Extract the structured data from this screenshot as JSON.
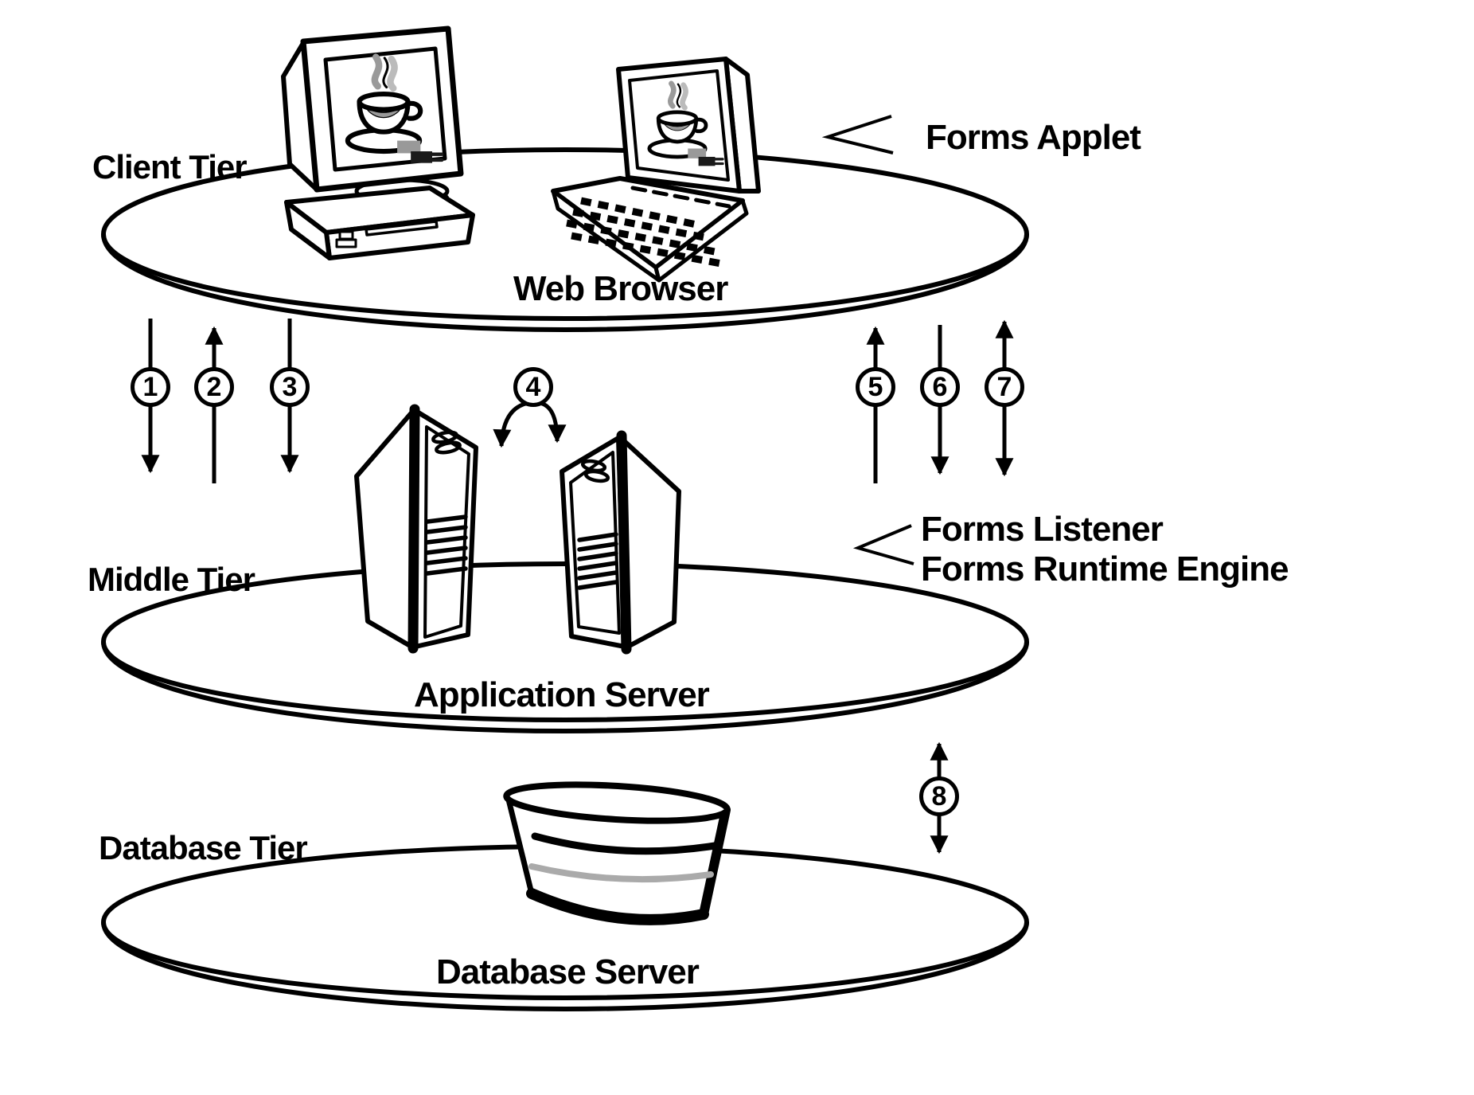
{
  "diagram": {
    "title_hint": "Three-tier Forms architecture diagram",
    "tiers": [
      {
        "name_label": "Client Tier",
        "platform_label": "Web Browser"
      },
      {
        "name_label": "Middle Tier",
        "platform_label": "Application Server"
      },
      {
        "name_label": "Database Tier",
        "platform_label": "Database Server"
      }
    ],
    "annotations": {
      "applet": "Forms Applet",
      "listener": "Forms Listener",
      "runtime": "Forms Runtime Engine"
    },
    "step_circles": [
      "1",
      "2",
      "3",
      "4",
      "5",
      "6",
      "7",
      "8"
    ],
    "colors": {
      "ink": "#000000",
      "paper": "#ffffff",
      "shade": "#999999"
    },
    "icons": [
      "java-cup-icon",
      "desktop-computer-icon",
      "laptop-icon",
      "server-tower-icon",
      "database-bucket-icon",
      "tier-platter-icon",
      "callout-chevron-icon"
    ]
  }
}
